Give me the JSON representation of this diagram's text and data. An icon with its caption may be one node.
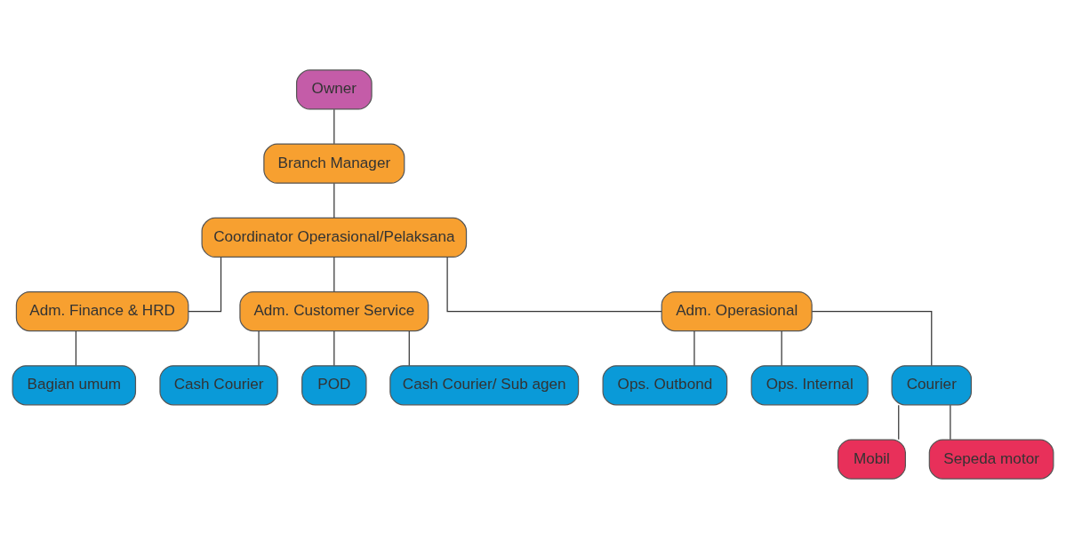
{
  "diagram": {
    "nodes": [
      {
        "text": [
          "Owner"
        ]
      },
      {
        "text": [
          "Branch Manager"
        ]
      },
      {
        "text": [
          "Coordinator Operasional/Pelaksana"
        ]
      },
      {
        "text": [
          "Adm. Finance & HRD"
        ]
      },
      {
        "text": [
          "Adm. Customer Service"
        ]
      },
      {
        "text": [
          "Adm. Operasional"
        ]
      },
      {
        "text": [
          "Bagian umum"
        ]
      },
      {
        "text": [
          "Cash Courier"
        ]
      },
      {
        "text": [
          "POD"
        ]
      },
      {
        "text": [
          "Cash Courier/ Sub agen"
        ]
      },
      {
        "text": [
          "Ops. Outbond"
        ]
      },
      {
        "text": [
          "Ops. Internal"
        ]
      },
      {
        "text": [
          "Courier"
        ]
      },
      {
        "text": [
          "Mobil"
        ]
      },
      {
        "text": [
          "Sepeda motor"
        ]
      }
    ],
    "edges": [
      {
        "from": 0,
        "to": 1,
        "arrow": "none"
      },
      {
        "from": 1,
        "to": 2,
        "arrow": "none"
      },
      {
        "from": 2,
        "to": 3,
        "arrow": "none"
      },
      {
        "from": 2,
        "to": 4,
        "arrow": "none"
      },
      {
        "from": 2,
        "to": 5,
        "arrow": "none"
      },
      {
        "from": 3,
        "to": 6,
        "arrow": "none"
      },
      {
        "from": 4,
        "to": 7,
        "arrow": "none"
      },
      {
        "from": 4,
        "to": 8,
        "arrow": "none"
      },
      {
        "from": 4,
        "to": 9,
        "arrow": "none"
      },
      {
        "from": 5,
        "to": 10,
        "arrow": "none"
      },
      {
        "from": 5,
        "to": 11,
        "arrow": "none"
      },
      {
        "from": 5,
        "to": 12,
        "arrow": "none"
      },
      {
        "from": 12,
        "to": 13,
        "arrow": "none"
      },
      {
        "from": 12,
        "to": 14,
        "arrow": "none"
      }
    ]
  }
}
